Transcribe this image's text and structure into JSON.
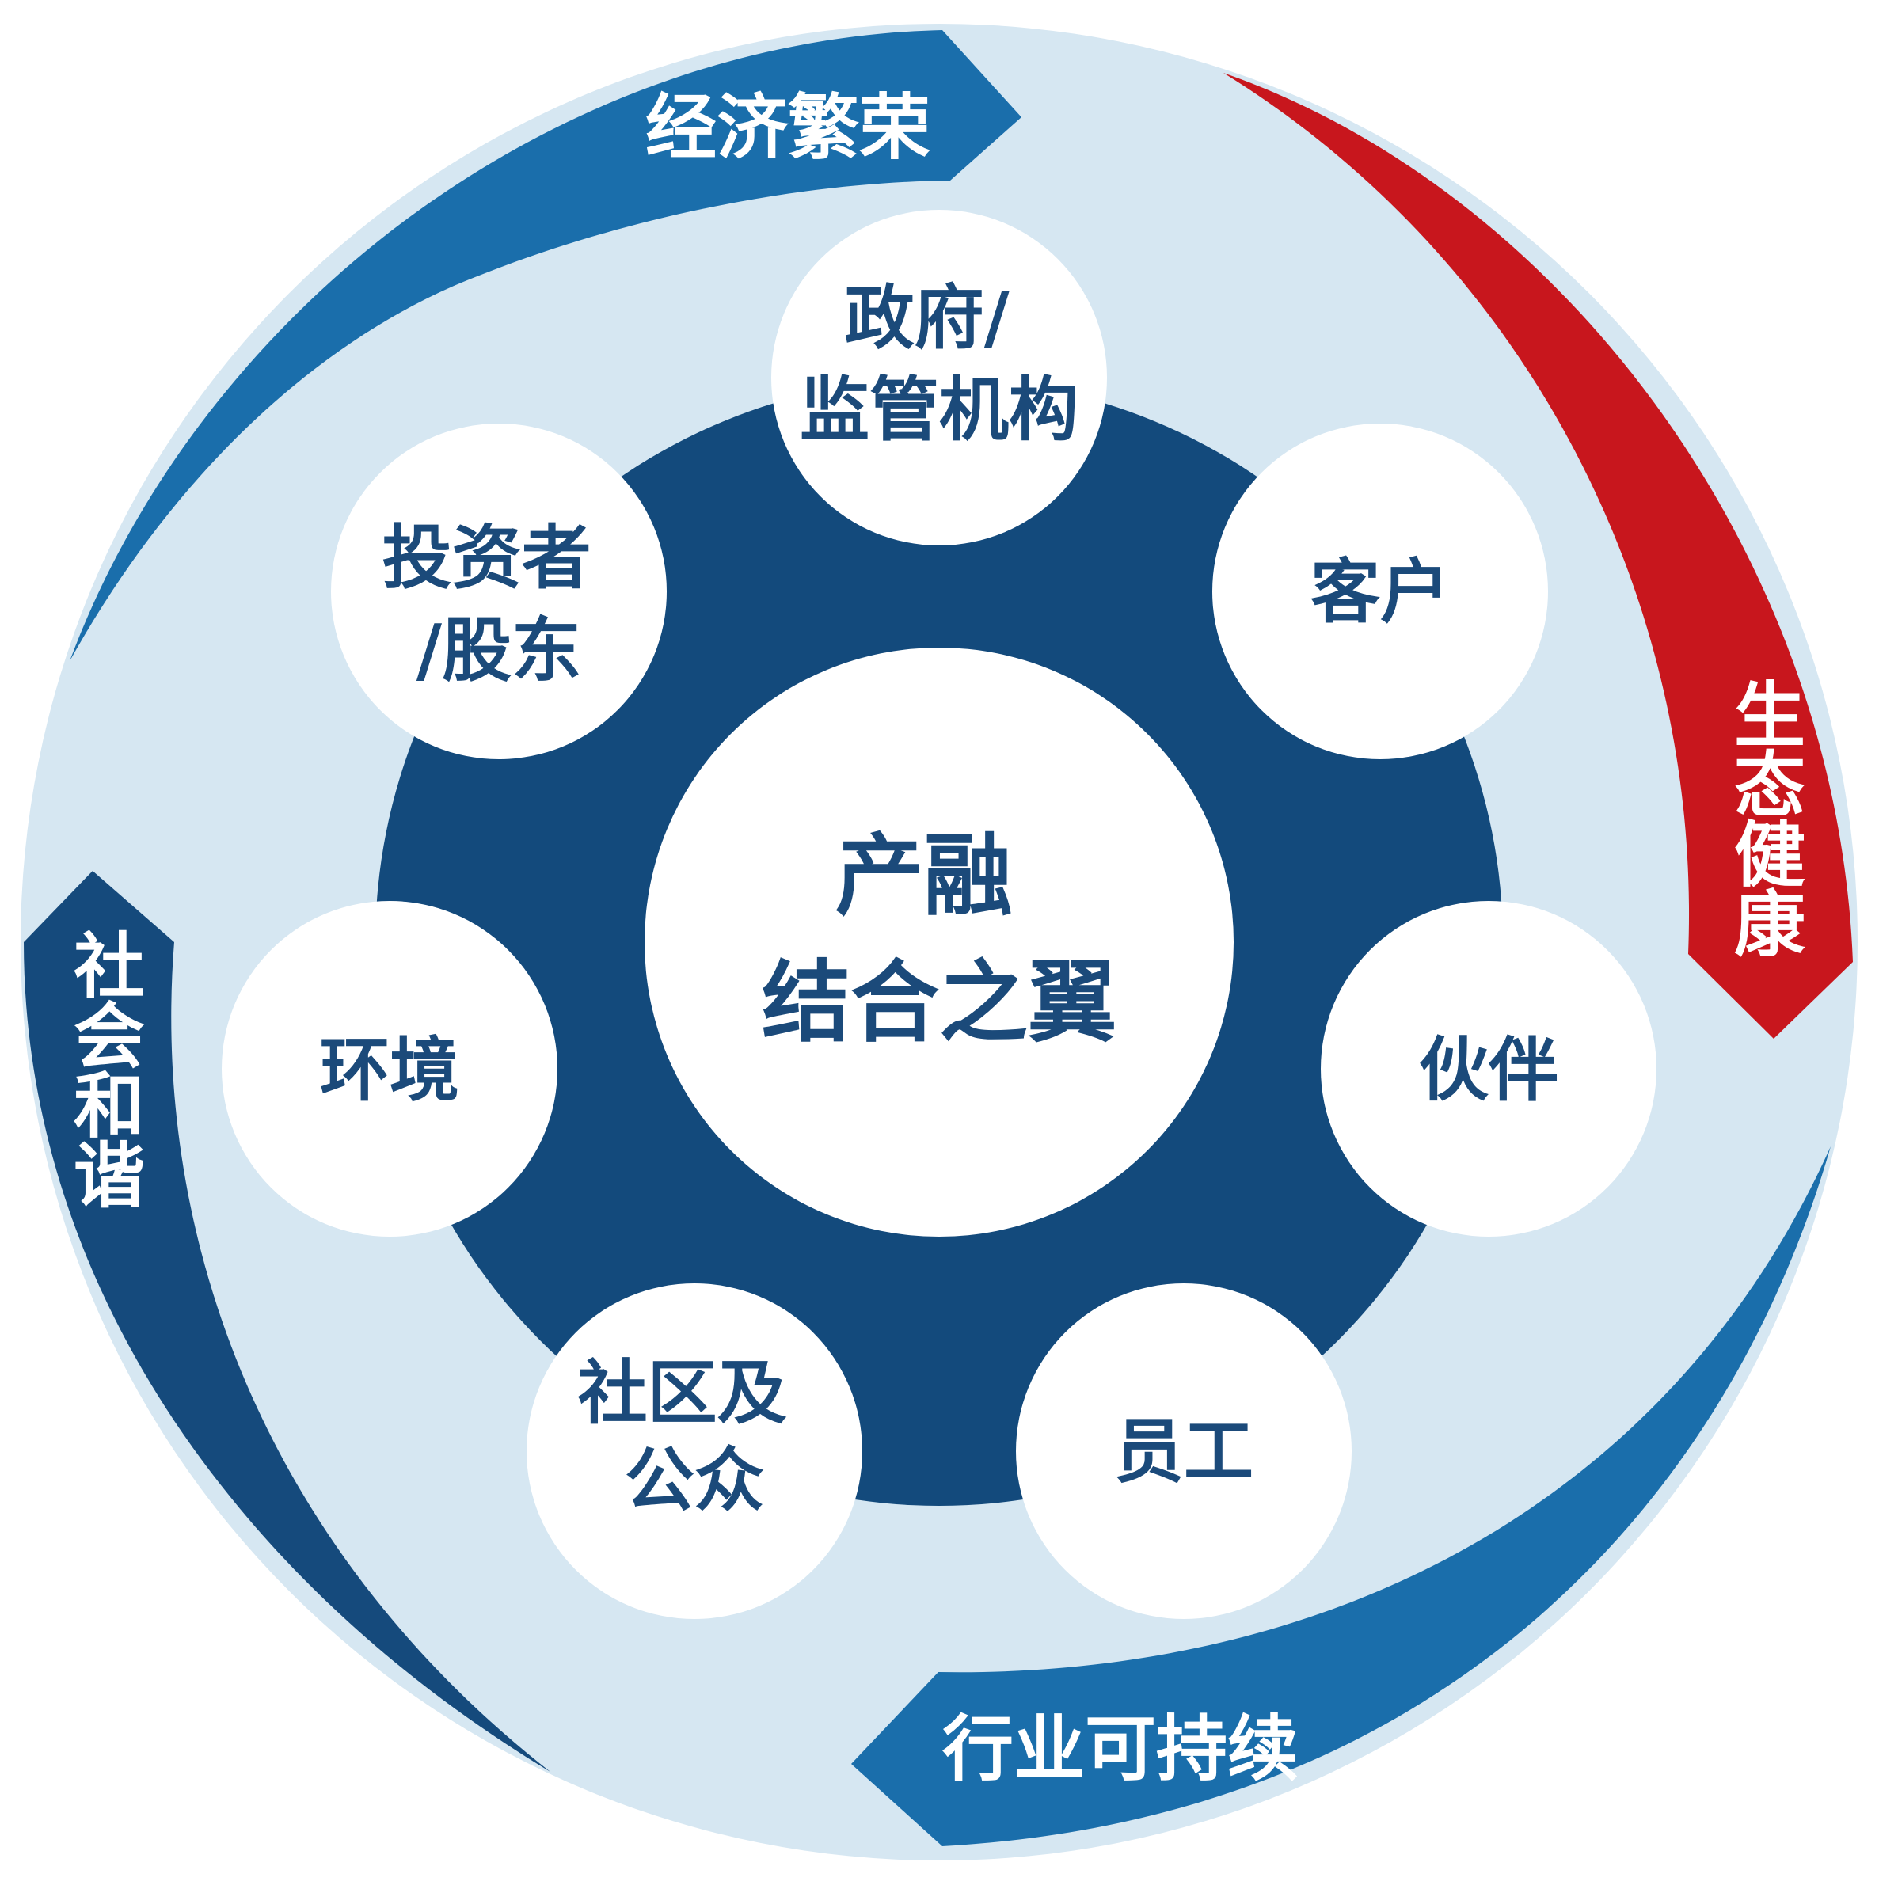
{
  "center": {
    "lines": [
      "产融",
      "结合之翼"
    ]
  },
  "stakeholders": [
    {
      "id": "government",
      "lines": [
        "政府/",
        "监管机构"
      ]
    },
    {
      "id": "customers",
      "lines": [
        "客户"
      ]
    },
    {
      "id": "partners",
      "lines": [
        "伙伴"
      ]
    },
    {
      "id": "employees",
      "lines": [
        "员工"
      ]
    },
    {
      "id": "community",
      "lines": [
        "社区及",
        "公众"
      ]
    },
    {
      "id": "environment",
      "lines": [
        "环境"
      ]
    },
    {
      "id": "investors",
      "lines": [
        "投资者",
        "/股东"
      ]
    }
  ],
  "outer_goals": [
    {
      "id": "economic-prosperity",
      "label": "经济繁荣",
      "color": "#1a6eab"
    },
    {
      "id": "ecosystem-health",
      "label": "生态健康",
      "color": "#c8161d"
    },
    {
      "id": "industry-sustainability",
      "label": "行业可持续",
      "color": "#1a6eab"
    },
    {
      "id": "social-harmony",
      "label": "社会和谐",
      "color": "#154a7c"
    }
  ],
  "colors": {
    "outer_ring": "#d6e7f2",
    "inner_ring": "#134a7c",
    "node_fill": "#ffffff",
    "node_text": "#1b4a7a"
  }
}
